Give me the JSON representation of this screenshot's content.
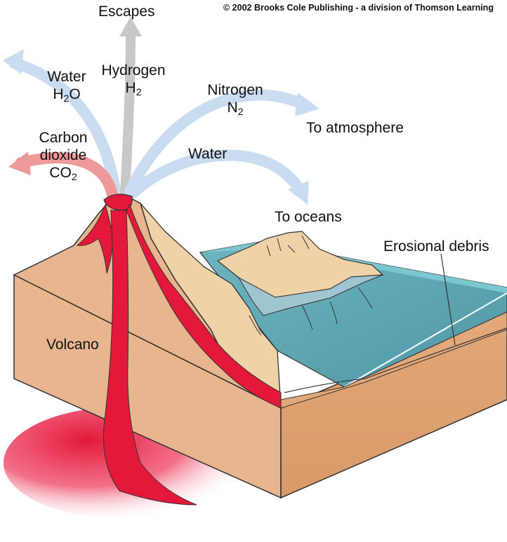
{
  "copyright": "© 2002 Brooks Cole Publishing - a division of Thomson Learning",
  "labels": {
    "escapes": "Escapes",
    "water_h2o": {
      "name": "Water",
      "formula": "H",
      "sub": "2",
      "tail": "O"
    },
    "hydrogen": {
      "name": "Hydrogen",
      "formula": "H",
      "sub": "2"
    },
    "nitrogen": {
      "name": "Nitrogen",
      "formula": "N",
      "sub": "2"
    },
    "to_atmosphere": "To atmosphere",
    "carbon_dioxide": {
      "line1": "Carbon",
      "line2": "dioxide",
      "formula": "CO",
      "sub": "2"
    },
    "water": "Water",
    "to_oceans": "To oceans",
    "erosional_debris": "Erosional debris",
    "volcano": "Volcano"
  },
  "colors": {
    "lava": "#e3183a",
    "crust": "#e8b58f",
    "sand": "#efd2a8",
    "ocean": "#5ba4b1",
    "ocean_top": "#7cc6cf",
    "arrow_blue": "#c9dcf0",
    "arrow_gray": "#c8c8c8",
    "arrow_red": "#ef9a9a"
  }
}
